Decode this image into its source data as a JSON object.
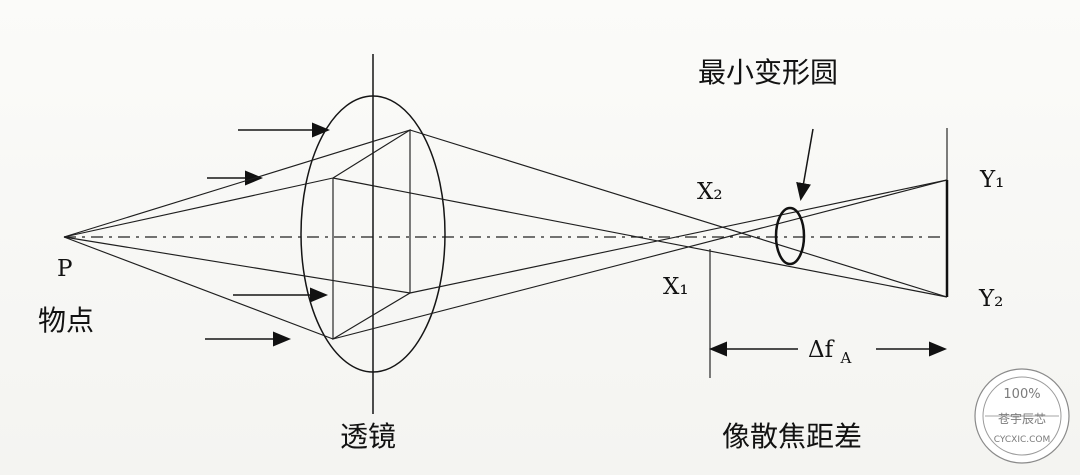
{
  "labels": {
    "p_label": "P",
    "object_point_label": "物点",
    "lens_label": "透镜",
    "circle_of_least_confusion_label": "最小变形圆",
    "x1_label": "X₁",
    "x2_label": "X₂",
    "y1_label": "Y₁",
    "y2_label": "Y₂",
    "delta_fa_label": "Δf",
    "delta_fa_subscript": "A",
    "astigmatic_focal_difference_label": "像散焦距差"
  },
  "stamp": {
    "line1": "100%",
    "line2": "苍宇辰芯",
    "line3": "CYCXIC.COM"
  }
}
